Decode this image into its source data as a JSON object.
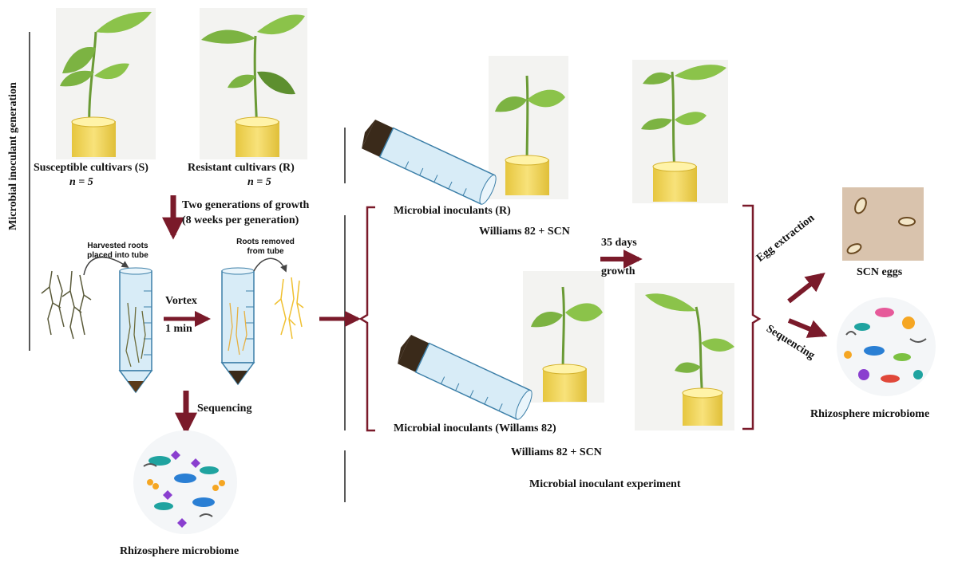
{
  "left_section": {
    "vertical_title": "Microbial inoculant generation",
    "susceptible_label": "Susceptible cultivars (S)",
    "susceptible_n": "n = 5",
    "resistant_label": "Resistant  cultivars (R)",
    "resistant_n": "n = 5",
    "growth_line1": "Two generations of growth",
    "growth_line2": "(8 weeks per generation)",
    "harvest_note": "Harvested roots placed into tube",
    "removed_note": "Roots removed from tube",
    "vortex": "Vortex",
    "vortex_time": "1 min",
    "sequencing": "Sequencing",
    "microbiome": "Rhizosphere microbiome"
  },
  "right_section": {
    "inoculant_r": "Microbial inoculants (R)",
    "treatment_1": "Williams 82 + SCN",
    "days": "35 days",
    "growth": "growth",
    "inoculant_w": "Microbial inoculants (Willams 82)",
    "treatment_2": "Williams 82 + SCN",
    "egg_extraction": "Egg extraction",
    "sequencing": "Sequencing",
    "eggs": "SCN  eggs",
    "microbiome": "Rhizosphere microbiome",
    "experiment_title": "Microbial inoculant experiment"
  },
  "colors": {
    "arrow": "#7a1a2a",
    "pot": "#f2d85a",
    "leaf": "#6ea83a",
    "water": "#d8ecf7"
  }
}
